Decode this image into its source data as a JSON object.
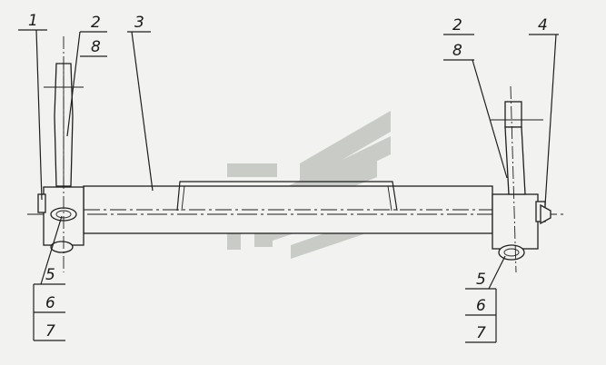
{
  "callouts": {
    "c1": "1",
    "c2_left": "2",
    "c8_left": "8",
    "c3": "3",
    "c2_right": "2",
    "c8_right": "8",
    "c4": "4",
    "c5_left": "5",
    "c6_left": "6",
    "c7_left": "7",
    "c5_right": "5",
    "c6_right": "6",
    "c7_right": "7"
  },
  "colors": {
    "line": "#1f1f1f",
    "background": "#f2f2f0",
    "watermark": "#c9cbc7"
  }
}
